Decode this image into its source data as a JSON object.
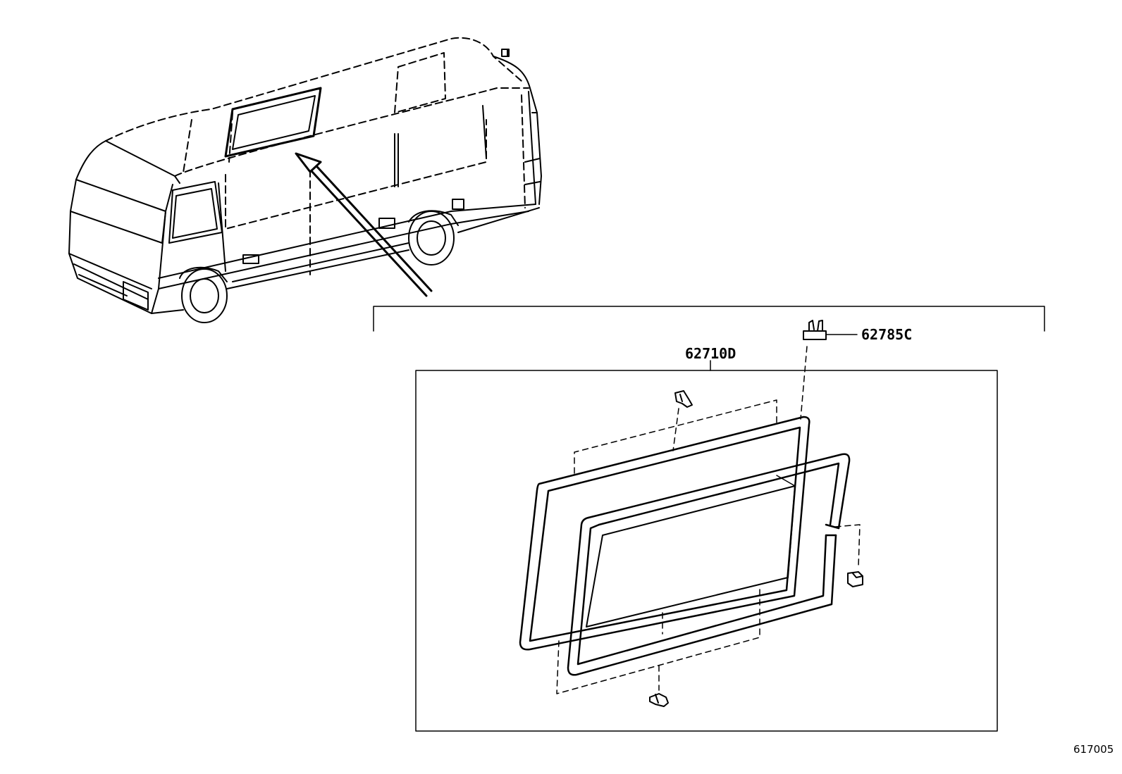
{
  "labels": {
    "part_62710D": "62710D",
    "part_62785C": "62785C"
  },
  "figure_code": "617005",
  "colors": {
    "line": "#000000",
    "background": "#ffffff"
  }
}
